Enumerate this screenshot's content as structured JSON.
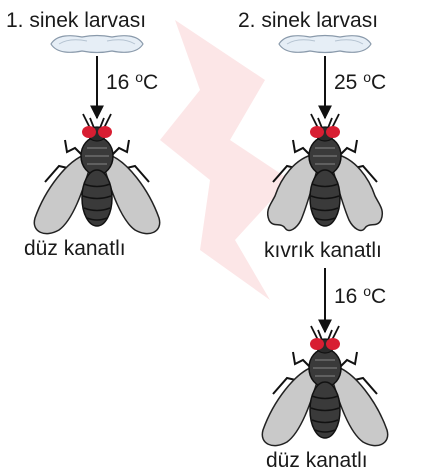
{
  "watermark_color": "#e8303a",
  "left": {
    "title": "1. sinek larvası",
    "temp_value": "16",
    "temp_unit": "C",
    "temp_sup": "o",
    "result": "düz kanatlı"
  },
  "right": {
    "title": "2. sinek larvası",
    "temp_value": "25",
    "temp_unit": "C",
    "temp_sup": "o",
    "result": "kıvrık kanatlı",
    "second_temp_value": "16",
    "second_temp_unit": "C",
    "second_temp_sup": "o",
    "second_result": "düz kanatlı"
  }
}
